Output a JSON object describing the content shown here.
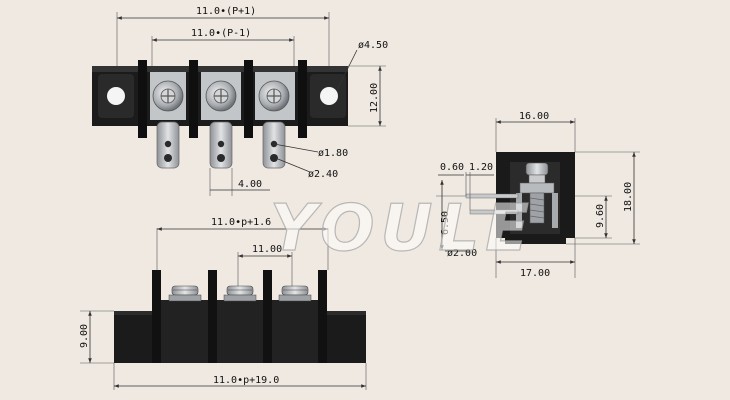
{
  "watermark": "YOULE",
  "top_view": {
    "dim_total": "11.0•(P+1)",
    "dim_inner": "11.0•(P-1)",
    "dim_hole_dia": "ø4.50",
    "dim_height": "12.00",
    "dim_small_hole": "ø1.80",
    "dim_large_hole": "ø2.40",
    "dim_pitch": "4.00"
  },
  "side_view": {
    "dim_width_top": "16.00",
    "dim_060": "0.60",
    "dim_120": "1.20",
    "dim_650": "6.50",
    "dim_pin_dia": "ø2.00",
    "dim_960": "9.60",
    "dim_1800": "18.00",
    "dim_width_bottom": "17.00"
  },
  "front_view": {
    "dim_top": "11.0•p+1.6",
    "dim_pitch": "11.00",
    "dim_height": "9.00",
    "dim_bottom": "11.0•p+19.0"
  },
  "colors": {
    "body": "#1a1a1a",
    "metal": "#b9bcbf",
    "background": "#efe9e1"
  }
}
